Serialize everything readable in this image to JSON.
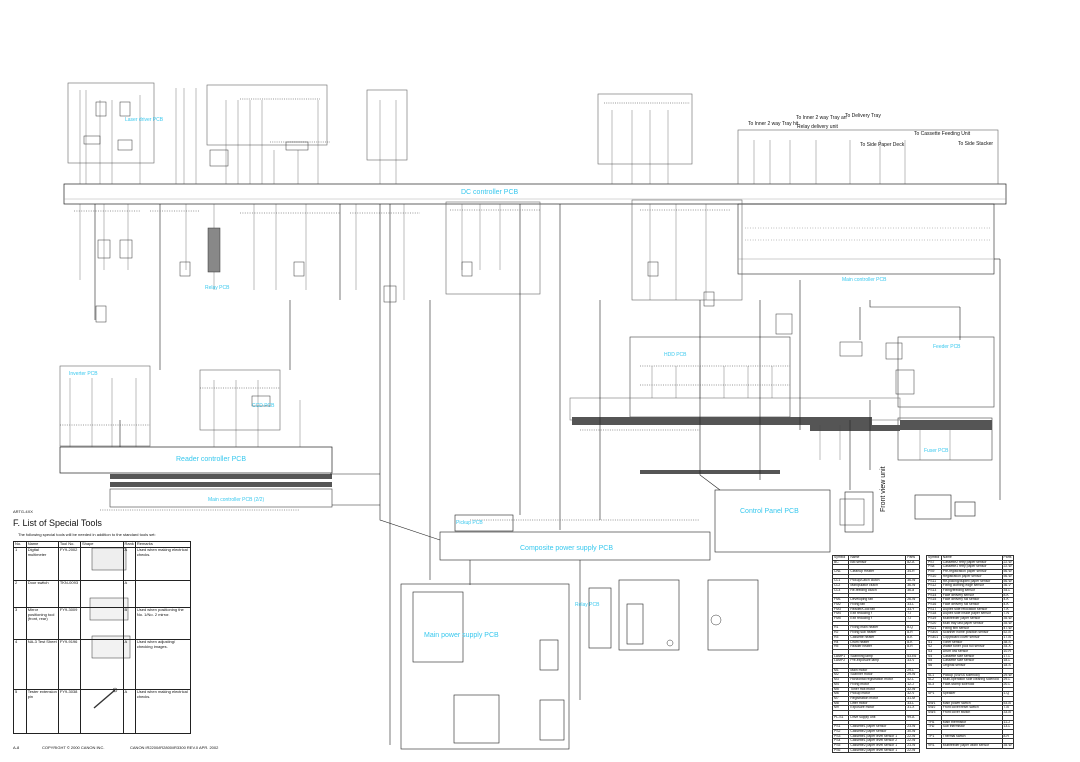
{
  "document_code": "ARTG-4XX",
  "section_title": "F. List of Special Tools",
  "section_intro": "The following special tools will be needed in addition to the standard tools set:",
  "tools_table": {
    "headers": [
      "No.",
      "Name",
      "Tool No.",
      "Shape",
      "Rank",
      "Remarks"
    ],
    "rows": [
      {
        "no": "1",
        "name": "Digital multimeter",
        "tool_no": "FY9-2002",
        "rank": "A",
        "remarks": "Used when making electrical checks."
      },
      {
        "no": "2",
        "name": "Door switch",
        "tool_no": "TKN-0093",
        "rank": "A",
        "remarks": ""
      },
      {
        "no": "3",
        "name": "Mirror positioning tool (front, rear)",
        "tool_no": "FY9-3009",
        "rank": "B",
        "remarks": "Used when positioning the No. 1/No. 2 mirror."
      },
      {
        "no": "4",
        "name": "NA-3 Test Sheet",
        "tool_no": "FY9-9196",
        "rank": "A",
        "remarks": "Used when adjusting/ checking images."
      },
      {
        "no": "5",
        "name": "Tester extension pin",
        "tool_no": "FY9-3038",
        "rank": "A",
        "remarks": "Used when making electrical checks."
      }
    ]
  },
  "pcb_labels": {
    "dc_controller": "DC controller PCB",
    "reader_controller": "Reader controller PCB",
    "composite_power": "Composite power supply PCB",
    "main_power": "Main power supply PCB",
    "control_panel": "Control Panel PCB",
    "laser_driver": "Laser driver PCB",
    "hdd": "HDD PCB",
    "main_controller": "Main controller PCB",
    "inverter": "Inverter PCB",
    "ccd": "CCD PCB",
    "relay_upper": "Relay PCB",
    "relay_lower": "Relay PCB",
    "fuser": "Fuser PCB",
    "main_controller_2": "Main controller PCB (2/2)",
    "feeder": "Feeder PCB",
    "small_label": "Pickup PCB"
  },
  "delivery_notes": [
    "To Delivery Tray",
    "To Inner 2 way Tray an",
    "To Inner 2 way Tray hit",
    "Relay delivery unit",
    "To Side Paper Deck",
    "To Cassette Feeding Unit",
    "To Side Stacker"
  ],
  "front_view": "Front view unit",
  "parts_left": {
    "headers": [
      "Symbol",
      "Name",
      "Parts"
    ],
    "rows": [
      [
        "BC",
        "BM sensor",
        "82-A"
      ],
      [
        "",
        "",
        ""
      ],
      [
        "CN1",
        "Cleanup Heater",
        "34-R"
      ],
      [
        "",
        "",
        ""
      ],
      [
        "CL1",
        "Pickup/Latch clutch",
        "36-W"
      ],
      [
        "CL2",
        "Manipulator clutch",
        "36-W"
      ],
      [
        "CL3",
        "Re-feeding clutch",
        "36-a"
      ],
      [
        "",
        "",
        ""
      ],
      [
        "FM1",
        "Developing fan",
        "26-W"
      ],
      [
        "FM2",
        "Fixing fan",
        "33-L"
      ],
      [
        "FM3",
        "Reader/Cool fan",
        "33-Y"
      ],
      [
        "FM4",
        "Exit reducing f",
        "7-I"
      ],
      [
        "FM5",
        "Exit reducing f",
        "7-I"
      ],
      [
        "",
        "",
        ""
      ],
      [
        "H1",
        "Fixing main heater",
        "8-Q"
      ],
      [
        "H2",
        "Fixing sub heater",
        "8-R"
      ],
      [
        "H3",
        "Cassette heater",
        "8-K"
      ],
      [
        "H4",
        "Drum heater",
        "8-K"
      ],
      [
        "H5",
        "Reader heater",
        "8-R"
      ],
      [
        "",
        "",
        ""
      ],
      [
        "LAMP1",
        "Scanning lamp",
        "53-E6"
      ],
      [
        "LAMP2",
        "Pre-exposure lamp",
        "33-V"
      ],
      [
        "",
        "",
        ""
      ],
      [
        "M1",
        "Main motor",
        "29-L"
      ],
      [
        "M2",
        "Scanner motor",
        "29-W"
      ],
      [
        "M3",
        "Horizontal registration motor",
        "42-L"
      ],
      [
        "M4",
        "Fixing motor",
        "12-J"
      ],
      [
        "M5",
        "Toner mot motor",
        "32-W"
      ],
      [
        "M6",
        "Pickup motor",
        "32-V"
      ],
      [
        "M7",
        "Registration motor",
        "31-M"
      ],
      [
        "M8",
        "Lifter motor",
        "33-L"
      ],
      [
        "M9",
        "Exposure motor",
        "31-X"
      ],
      [
        "",
        "",
        ""
      ],
      [
        "PL-S1",
        "Drive supply unit",
        "99-A"
      ],
      [
        "",
        "",
        ""
      ],
      [
        "PS1",
        "Cassette1 paper sensor",
        "23-W"
      ],
      [
        "PS2",
        "Cassette2 paper sensor",
        "30-W"
      ],
      [
        "PS3",
        "Cassette1 paper level sensor 1",
        "22-W"
      ],
      [
        "PS4",
        "Cassette1 paper level sensor 2",
        "22-W"
      ],
      [
        "PS5",
        "Cassette2 paper level sensor 1",
        "23-W"
      ],
      [
        "PS6",
        "Cassette2 paper level sensor 1",
        "22-W"
      ]
    ]
  },
  "parts_right": {
    "headers": [
      "Symbol",
      "Name",
      "Parts"
    ],
    "rows": [
      [
        "PS7",
        "Cassette2 retry paper sensor",
        "22-W"
      ],
      [
        "PS8",
        "Cassette1 retry paper sensor",
        "22-W"
      ],
      [
        "PS9",
        "Pre-registration paper sensor",
        "56-W"
      ],
      [
        "PS10",
        "Registration paper sensor",
        "56-W"
      ],
      [
        "PS11",
        "Re-picking/duplex paper sensor",
        "56-W"
      ],
      [
        "PS12",
        "Fixing clothing edge sensor",
        "36-V"
      ],
      [
        "PS13",
        "Fixing/feeding sensor",
        "34-L"
      ],
      [
        "PS14",
        "Face delivery sensor",
        "8-K"
      ],
      [
        "PS15",
        "Face delivery full sensor",
        "4-K"
      ],
      [
        "PS16",
        "Face delivery full sensor",
        "4-K"
      ],
      [
        "PS17",
        "Duplex side relocation sensor",
        "7-K"
      ],
      [
        "PS18",
        "Duplex side inside paper sensor",
        "7-N"
      ],
      [
        "PS19",
        "Multifeeder paper sensor",
        "35-W"
      ],
      [
        "PS20",
        "Multi tray last paper sensor",
        "35-W"
      ],
      [
        "PS21",
        "Fixing film sensor",
        "47-W"
      ],
      [
        "PS400",
        "Scanner home position sensor",
        "52-B"
      ],
      [
        "PS401",
        "Copyboard cover sensor",
        "17-B"
      ],
      [
        "S1",
        "Toner sensor",
        "38-S"
      ],
      [
        "S2",
        "Waste toner pool full sensor",
        "34-X"
      ],
      [
        "S3",
        "Drum low sensor",
        "10-R"
      ],
      [
        "S4",
        "Cassette size sensor",
        "17-L"
      ],
      [
        "S5",
        "Cassette size sensor",
        "18-L"
      ],
      [
        "S6",
        "Original sensor",
        "18-S"
      ],
      [
        "",
        "",
        ""
      ],
      [
        "SL1",
        "Pickup (SWSS solenoid)",
        "29-W"
      ],
      [
        "SL2",
        "Multi-operation side clearing solenoid",
        "29-L"
      ],
      [
        "SL3",
        "Face-stamp solenoid",
        "20-L"
      ],
      [
        "",
        "",
        ""
      ],
      [
        "SP1",
        "Speaker",
        "1-Q"
      ],
      [
        "",
        "",
        ""
      ],
      [
        "SW1",
        "Main power switch",
        "53-B"
      ],
      [
        "SW2",
        "Front cover/reset switch",
        "7-B"
      ],
      [
        "SW3",
        "Front cover switch",
        "33-B"
      ],
      [
        "",
        "",
        ""
      ],
      [
        "TH1",
        "Main thermistor",
        "11-J"
      ],
      [
        "TH2",
        "Sub thermistor",
        "13-L"
      ],
      [
        "",
        "",
        ""
      ],
      [
        "TP1",
        "Thermal switch",
        "8-R"
      ],
      [
        "",
        "",
        ""
      ],
      [
        "VR1",
        "Multifeeder paper width sensor",
        "35-W"
      ]
    ]
  },
  "footer": {
    "page": "A-8",
    "copyright": "COPYRIGHT © 2000 CANON INC.",
    "revision": "CANON iR2200/iR2800/iR3300 REV.0 APR. 2002"
  }
}
